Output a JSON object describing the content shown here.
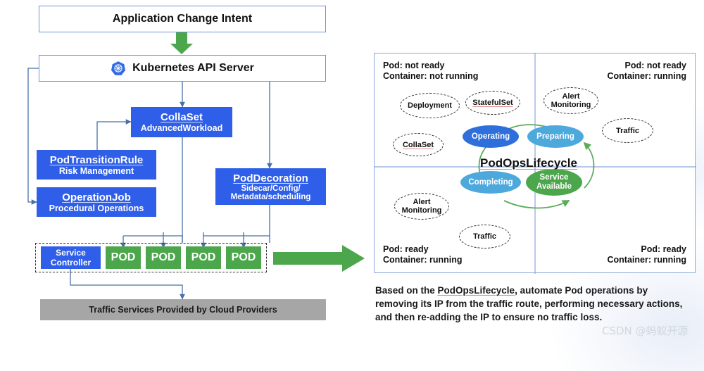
{
  "left_diagram": {
    "intent_box": {
      "label": "Application Change Intent"
    },
    "api_server_box": {
      "label": "Kubernetes API Server",
      "icon": "kubernetes-logo-icon"
    },
    "collaset_box": {
      "title": "CollaSet",
      "subtitle": "AdvancedWorkload"
    },
    "podtransitionrule_box": {
      "title": "PodTransitionRule",
      "subtitle": "Risk Management"
    },
    "operationjob_box": {
      "title": "OperationJob",
      "subtitle": "Procedural Operations"
    },
    "poddecoration_box": {
      "title": "PodDecoration",
      "subtitle_line1": "Sidecar/Config/",
      "subtitle_line2": "Metadata/scheduling"
    },
    "service_controller_box": {
      "line1": "Service",
      "line2": "Controller"
    },
    "pods": [
      "POD",
      "POD",
      "POD",
      "POD"
    ],
    "traffic_services_box": {
      "label": "Traffic Services Provided by Cloud Providers"
    },
    "transition_arrow": "green-right-arrow-icon"
  },
  "right_panel": {
    "quadrants": {
      "top_left": "Pod: not ready\nContainer: not running",
      "top_right": "Pod: not ready\nContainer: running",
      "bottom_left": "Pod: ready\nContainer: running",
      "bottom_right": "Pod: ready\nContainer: running"
    },
    "resources": [
      {
        "label": "Deployment"
      },
      {
        "label": "StatefulSet"
      },
      {
        "label": "CollaSet"
      },
      {
        "label": "Alert\nMonitoring"
      },
      {
        "label": "Traffic"
      },
      {
        "label": "Alert\nMonitoring"
      },
      {
        "label": "Traffic"
      }
    ],
    "lifecycle": {
      "title": "PodOpsLifecycle",
      "states": [
        {
          "label": "Operating",
          "color": "#2f6fdb"
        },
        {
          "label": "Preparing",
          "color": "#4da8dc"
        },
        {
          "label": "Completing",
          "color": "#4da8dc"
        },
        {
          "label": "Service\nAvailable",
          "color": "#4ca64c"
        }
      ]
    }
  },
  "caption": {
    "part1": "Based on the ",
    "emphasis": "PodOpsLifecycle",
    "part2": ", automate Pod operations by removing its IP from the traffic route, performing necessary actions, and then re-adding the IP to ensure no traffic loss."
  },
  "watermark": {
    "text": "CSDN @蚂蚁开源"
  },
  "colors": {
    "blue_box": "#2f5fe8",
    "green": "#4ca64c",
    "gray": "#a6a6a6",
    "outline_blue": "#6f93d8",
    "panel_border": "#8aa7dd"
  }
}
